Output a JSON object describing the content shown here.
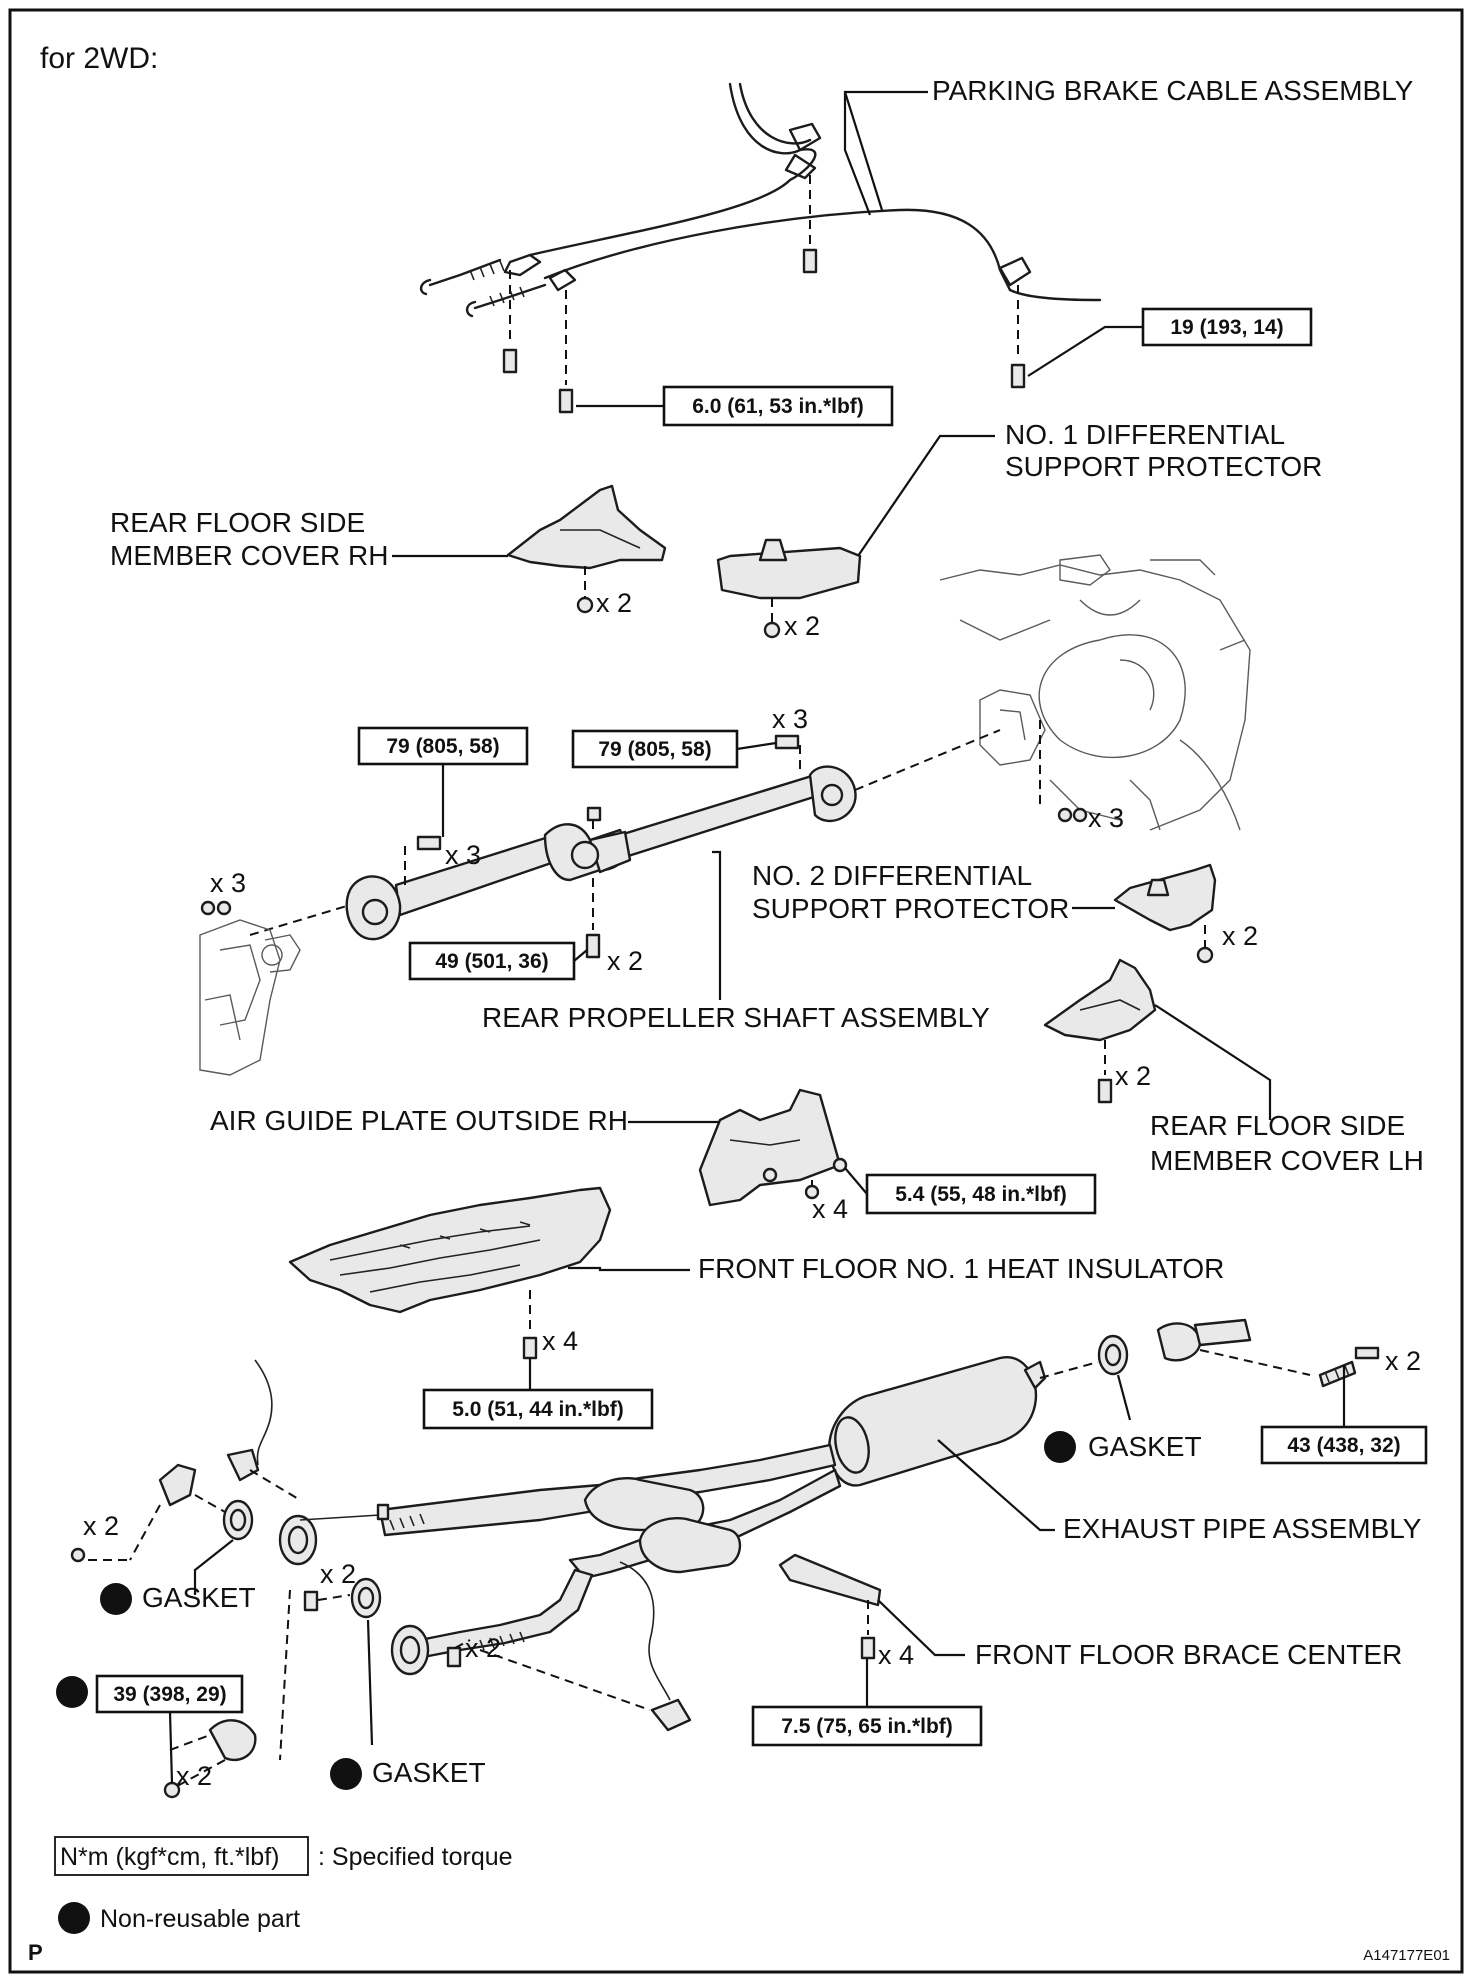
{
  "header": {
    "variant": "for 2WD:"
  },
  "labels": {
    "parking_brake": "PARKING BRAKE CABLE ASSEMBLY",
    "diff_protector1_l1": "NO. 1 DIFFERENTIAL",
    "diff_protector1_l2": "SUPPORT PROTECTOR",
    "floor_cover_rh_l1": "REAR FLOOR SIDE",
    "floor_cover_rh_l2": "MEMBER COVER RH",
    "diff_protector2_l1": "NO. 2 DIFFERENTIAL",
    "diff_protector2_l2": "SUPPORT PROTECTOR",
    "propeller_shaft": "REAR PROPELLER SHAFT ASSEMBLY",
    "air_guide": "AIR GUIDE PLATE OUTSIDE RH",
    "floor_cover_lh_l1": "REAR FLOOR SIDE",
    "floor_cover_lh_l2": "MEMBER COVER LH",
    "heat_insulator": "FRONT FLOOR NO. 1 HEAT INSULATOR",
    "gasket": "GASKET",
    "exhaust_pipe": "EXHAUST PIPE ASSEMBLY",
    "brace_center": "FRONT FLOOR BRACE CENTER"
  },
  "torques": {
    "t19": "19 (193, 14)",
    "t60": "6.0 (61, 53 in.*lbf)",
    "t79a": "79 (805, 58)",
    "t79b": "79 (805, 58)",
    "t49": "49 (501, 36)",
    "t54": "5.4 (55, 48 in.*lbf)",
    "t50": "5.0 (51, 44 in.*lbf)",
    "t43": "43 (438, 32)",
    "t39": "39 (398, 29)",
    "t75": "7.5 (75, 65 in.*lbf)"
  },
  "quantities": {
    "x2": "x 2",
    "x3": "x 3",
    "x4": "x 4"
  },
  "legend": {
    "torque_box": "N*m (kgf*cm, ft.*lbf)",
    "torque_text": ": Specified torque",
    "nonreusable": "Non-reusable part"
  },
  "footer": {
    "corner": "P",
    "figure_id": "A147177E01"
  }
}
